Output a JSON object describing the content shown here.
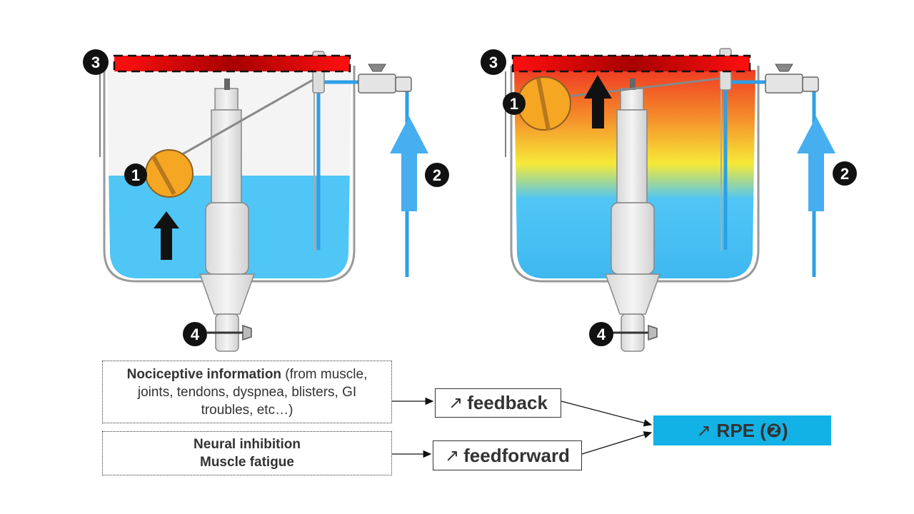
{
  "colors": {
    "water": "#4fc6f5",
    "heat_red": "#ef3b24",
    "heat_yellow": "#f6ea38",
    "float_orange": "#f5a623",
    "rpe_blue": "#12b2e6",
    "limit_red": "#ff0000",
    "pipe_blue": "#2e9fe6"
  },
  "markers": {
    "one": "1",
    "two": "2",
    "three": "3",
    "four": "4"
  },
  "boxes": {
    "nociceptive": {
      "bold_part": "Nociceptive information",
      "rest_line1": " (from muscle,",
      "line2": "joints, tendons, dyspnea, blisters, GI",
      "line3": "troubles, etc…)"
    },
    "neural": {
      "line1": "Neural inhibition",
      "line2": "Muscle fatigue"
    },
    "feedback": {
      "icon": "↗",
      "label": "feedback"
    },
    "feedforward": {
      "icon": "↗",
      "label": "feedforward"
    },
    "rpe": {
      "icon": "↗",
      "label": "RPE (❷)"
    }
  }
}
